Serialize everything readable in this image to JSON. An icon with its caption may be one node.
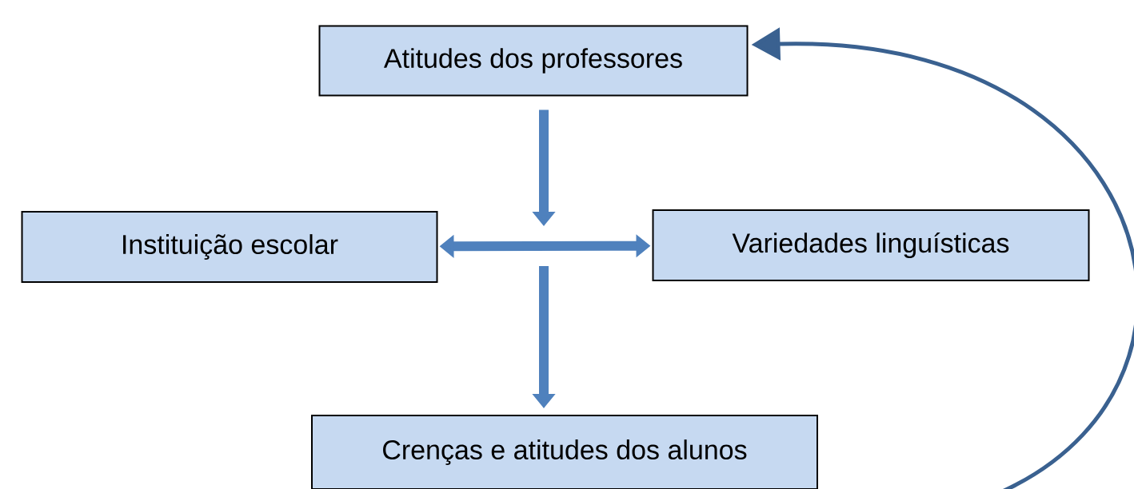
{
  "diagram": {
    "nodes": [
      {
        "text": [
          "Atitudes dos professores"
        ]
      },
      {
        "text": [
          "Instituição escolar"
        ]
      },
      {
        "text": [
          "Variedades linguísticas"
        ]
      },
      {
        "text": [
          "Crenças e atitudes dos alunos"
        ]
      }
    ],
    "edges": [
      {
        "from": 0,
        "to": null,
        "arrow": "to"
      },
      {
        "from": 1,
        "to": 2,
        "arrow": "both"
      },
      {
        "from": null,
        "to": 3,
        "arrow": "to"
      },
      {
        "from": 3,
        "to": 0,
        "arrow": "to"
      }
    ]
  }
}
